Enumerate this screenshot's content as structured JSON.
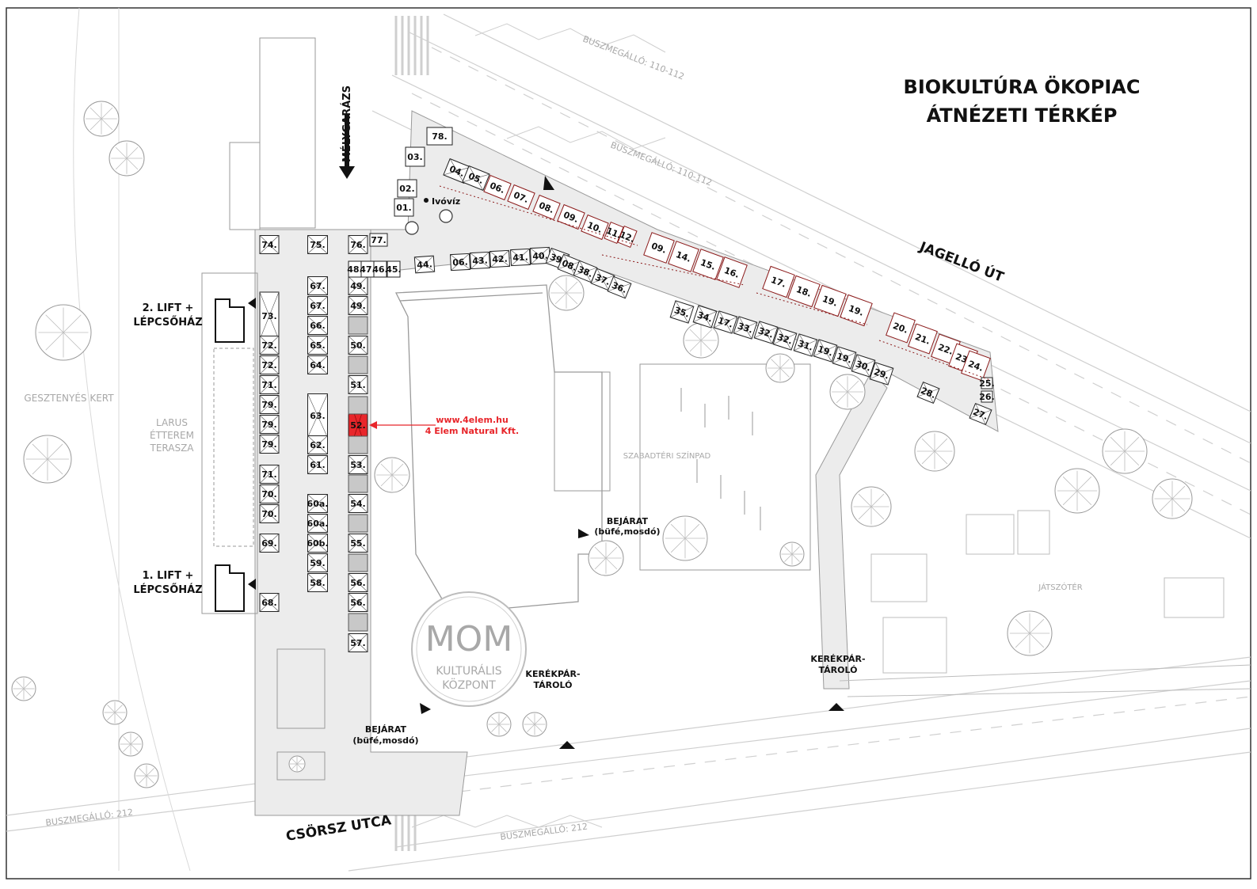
{
  "title": {
    "line1": "BIOKULTÚRA ÖKOPIAC",
    "line2": "ÁTNÉZETI TÉRKÉP"
  },
  "streets": {
    "jagello": "JAGELLÓ ÚT",
    "csorsz": "CSÖRSZ UTCA",
    "bus_stop_110_a": "BUSZMEGÁLLÓ: 110-112",
    "bus_stop_110_b": "BUSZMEGÁLLÓ: 110-112",
    "bus_stop_212_a": "BUSZMEGÁLLÓ: 212",
    "bus_stop_212_b": "BUSZMEGÁLLÓ: 212"
  },
  "places": {
    "melygarazs": "MÉLYGARÁZS",
    "lift2_line1": "2. LIFT +",
    "lift2_line2": "LÉPCSŐHÁZ",
    "lift1_line1": "1. LIFT +",
    "lift1_line2": "LÉPCSŐHÁZ",
    "gesztenyes": "GESZTENYÉS KERT",
    "larus_line1": "LARUS",
    "larus_line2": "ÉTTEREM",
    "larus_line3": "TERASZA",
    "szabadteri": "SZABADTÉRI SZÍNPAD",
    "jatszoter": "JÁTSZÓTÉR",
    "ivoviz": "Ivóvíz",
    "entrance_a_line1": "BEJÁRAT",
    "entrance_a_line2": "(büfé,mosdó)",
    "entrance_b_line1": "BEJÁRAT",
    "entrance_b_line2": "(büfé,mosdó)",
    "bike_a_line1": "KERÉKPÁR-",
    "bike_a_line2": "TÁROLÓ",
    "bike_b_line1": "KERÉKPÁR-",
    "bike_b_line2": "TÁROLÓ",
    "mom_logo": "MOM",
    "mom_line1": "KULTURÁLIS",
    "mom_line2": "KÖZPONT"
  },
  "callout": {
    "url": "www.4elem.hu",
    "company": "4 Elem Natural Kft.",
    "stall": "52."
  },
  "colors": {
    "highlight": "#e8262b",
    "plaza": "#e8e8e8",
    "stall_grey": "#c8c8c8",
    "red_outline": "#8b1a1a",
    "line": "#222222"
  },
  "stalls": {
    "west_col_a": [
      "74.",
      "73.",
      "72.",
      "72.",
      "71.",
      "79.",
      "79.",
      "79.",
      "71.",
      "70.",
      "70.",
      "69.",
      "68."
    ],
    "middle_col": [
      "75.",
      "67.",
      "67.",
      "66.",
      "65.",
      "64.",
      "63.",
      "62.",
      "61.",
      "60a.",
      "60a.",
      "60b.",
      "59.",
      "58."
    ],
    "east_col": [
      "76.",
      "49.",
      "49.",
      "50.",
      "51.",
      "52.",
      "53.",
      "54.",
      "55.",
      "56.",
      "56.",
      "57."
    ],
    "north_row": [
      "48.",
      "47.",
      "46.",
      "45.",
      "44.",
      "06.",
      "43.",
      "42.",
      "41.",
      "40.",
      "39.",
      "08.",
      "38.",
      "37.",
      "36."
    ],
    "top_misc": [
      "77.",
      "78.",
      "03.",
      "02.",
      "01."
    ],
    "diag_upper": [
      "04.",
      "05.",
      "06.",
      "07.",
      "08.",
      "09.",
      "10.",
      "11.",
      "12."
    ],
    "diag_red_1": [
      "09.",
      "14.",
      "15.",
      "16."
    ],
    "diag_red_2": [
      "17.",
      "18.",
      "19.",
      "19."
    ],
    "diag_red_3": [
      "20.",
      "21.",
      "22.",
      "23.",
      "24."
    ],
    "east_end": [
      "25.",
      "26.",
      "27.",
      "28."
    ],
    "inner_diag": [
      "35.",
      "34.",
      "17.",
      "33.",
      "32.",
      "32.",
      "31.",
      "19.",
      "19.",
      "30.",
      "29."
    ]
  }
}
